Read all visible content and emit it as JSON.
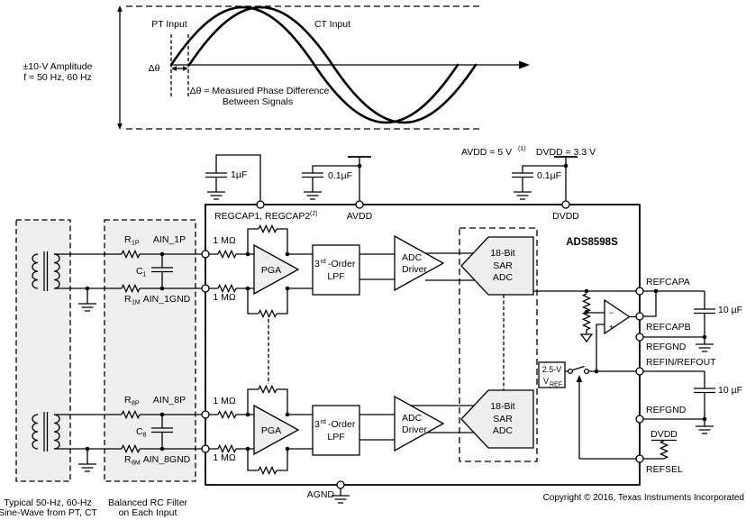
{
  "colors": {
    "accent_blue": "#1681cd",
    "block_fill": "#eeeeee"
  },
  "waveform": {
    "amplitude_line1": "±10-V Amplitude",
    "amplitude_line2": "f = 50 Hz, 60 Hz",
    "pt_label": "PT Input",
    "ct_label": "CT Input",
    "delta_label": "Δθ",
    "note_line1": "Δθ = Measured Phase Difference",
    "note_line2": "Between Signals",
    "ct_color": "#1681cd"
  },
  "supplies": {
    "regcap_cap": "1µF",
    "avdd_rail": "AVDD = 5 V",
    "avdd_rail_sup": "(1)",
    "avdd_cap": "0.1µF",
    "dvdd_rail": "DVDD = 3.3 V",
    "dvdd_cap": "0.1µF"
  },
  "chip": {
    "part_number": "ADS8598S",
    "pins": {
      "regcap": "REGCAP1, REGCAP2",
      "regcap_sup": "(2)",
      "avdd": "AVDD",
      "dvdd": "DVDD",
      "agnd": "AGND",
      "ain_1p": "AIN_1P",
      "ain_1gnd": "AIN_1GND",
      "ain_8p": "AIN_8P",
      "ain_8gnd": "AIN_8GND",
      "refcapa": "REFCAPA",
      "refcapb": "REFCAPB",
      "refgnd_a": "REFGND",
      "refin_refout": "REFIN/REFOUT",
      "refgnd_b": "REFGND",
      "refsel": "REFSEL"
    },
    "blocks": {
      "input_res": "1 MΩ",
      "pga": "PGA",
      "lpf_digit": "3",
      "lpf_sup": "rd",
      "lpf_rest": "-Order",
      "lpf_line2": "LPF",
      "driver_line1": "ADC",
      "driver_line2": "Driver",
      "adc_line1": "18-Bit",
      "adc_line2": "SAR",
      "adc_line3": "ADC",
      "vref_line1": "2.5-V",
      "vref_base": "V",
      "vref_sub": "REF",
      "buf_minus": "−",
      "buf_plus": "+",
      "pullup_label": "DVDD"
    }
  },
  "frontend": {
    "r1p_base": "R",
    "r1p_sub": "1P",
    "c1_base": "C",
    "c1_sub": "1",
    "r1m_base": "R",
    "r1m_sub": "1M",
    "r8p_base": "R",
    "r8p_sub": "8P",
    "c8_base": "C",
    "c8_sub": "8",
    "r8m_base": "R",
    "r8m_sub": "8M",
    "caption_src_line1": "Typical 50-Hz, 60-Hz",
    "caption_src_line2": "Sine-Wave from PT, CT",
    "caption_rc_line1": "Balanced RC Filter",
    "caption_rc_line2": "on Each Input"
  },
  "reference": {
    "refcap_cap": "10 µF",
    "refin_cap": "10 µF"
  },
  "footer": {
    "copyright": "Copyright © 2016, Texas Instruments Incorporated"
  }
}
